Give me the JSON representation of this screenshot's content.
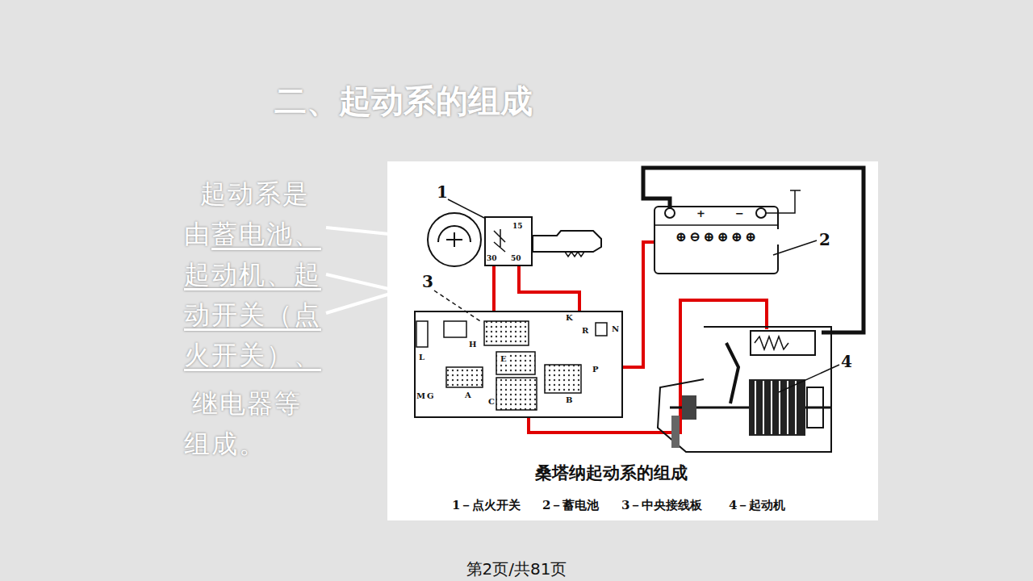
{
  "diagram": {
    "title": "二、起动系的组成",
    "caption": "桑塔纳起动系的组成",
    "nodes": [
      {
        "text": [
          "15",
          "30",
          "50"
        ]
      },
      {
        "text": [
          "+",
          "−",
          "⊕⊖⊕⊕⊕⊕"
        ]
      },
      {
        "text": [
          "K",
          "R",
          "N",
          "L",
          "H",
          "E",
          "A",
          "C",
          "P",
          "B",
          "M",
          "G"
        ]
      }
    ],
    "edges": [
      {
        "from": 0,
        "to": 2,
        "arrow": "none"
      },
      {
        "from": 0,
        "to": 2,
        "arrow": "none"
      },
      {
        "from": 1,
        "to": 2,
        "arrow": "none"
      }
    ],
    "labels": [
      "起动系是由",
      "蓄电池、起动机、起动开关（点火开关）、",
      "继电器等组成。",
      "1",
      "2",
      "3",
      "4",
      "1－点火开关",
      "2－蓄电池",
      "3－中央接线板",
      "4－起动机",
      "第2页/共81页"
    ]
  }
}
